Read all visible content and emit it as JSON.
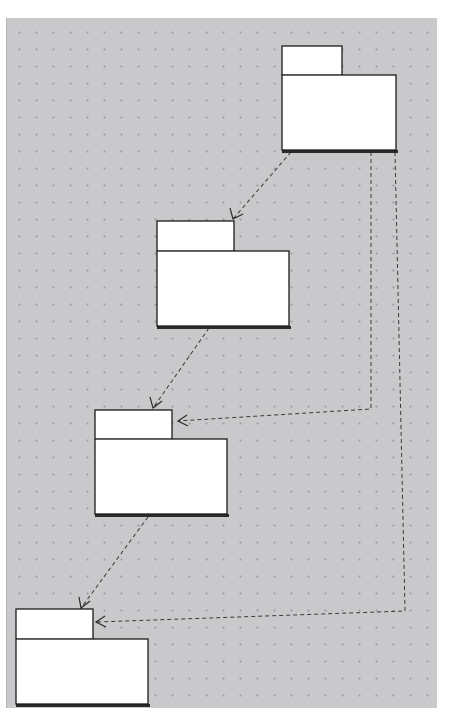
{
  "diagram": {
    "type": "uml-package-diagram",
    "grid": true,
    "colors": {
      "canvas": "#c9c9cc",
      "grid_dot": "#9c9ca0",
      "package_fill": "#ffffff",
      "package_stroke": "#1a1a1a",
      "dependency_stroke": "#3a3a3a"
    },
    "packages": [
      {
        "id": "package-1",
        "label": ""
      },
      {
        "id": "package-2",
        "label": ""
      },
      {
        "id": "package-3",
        "label": ""
      },
      {
        "id": "package-4",
        "label": ""
      }
    ],
    "dependencies": [
      {
        "from": "package-1",
        "to": "package-2",
        "style": "dashed-open-arrow"
      },
      {
        "from": "package-1",
        "to": "package-3",
        "style": "dashed-open-arrow"
      },
      {
        "from": "package-1",
        "to": "package-4",
        "style": "dashed-open-arrow"
      },
      {
        "from": "package-2",
        "to": "package-3",
        "style": "dashed-open-arrow"
      },
      {
        "from": "package-3",
        "to": "package-4",
        "style": "dashed-open-arrow"
      }
    ]
  }
}
